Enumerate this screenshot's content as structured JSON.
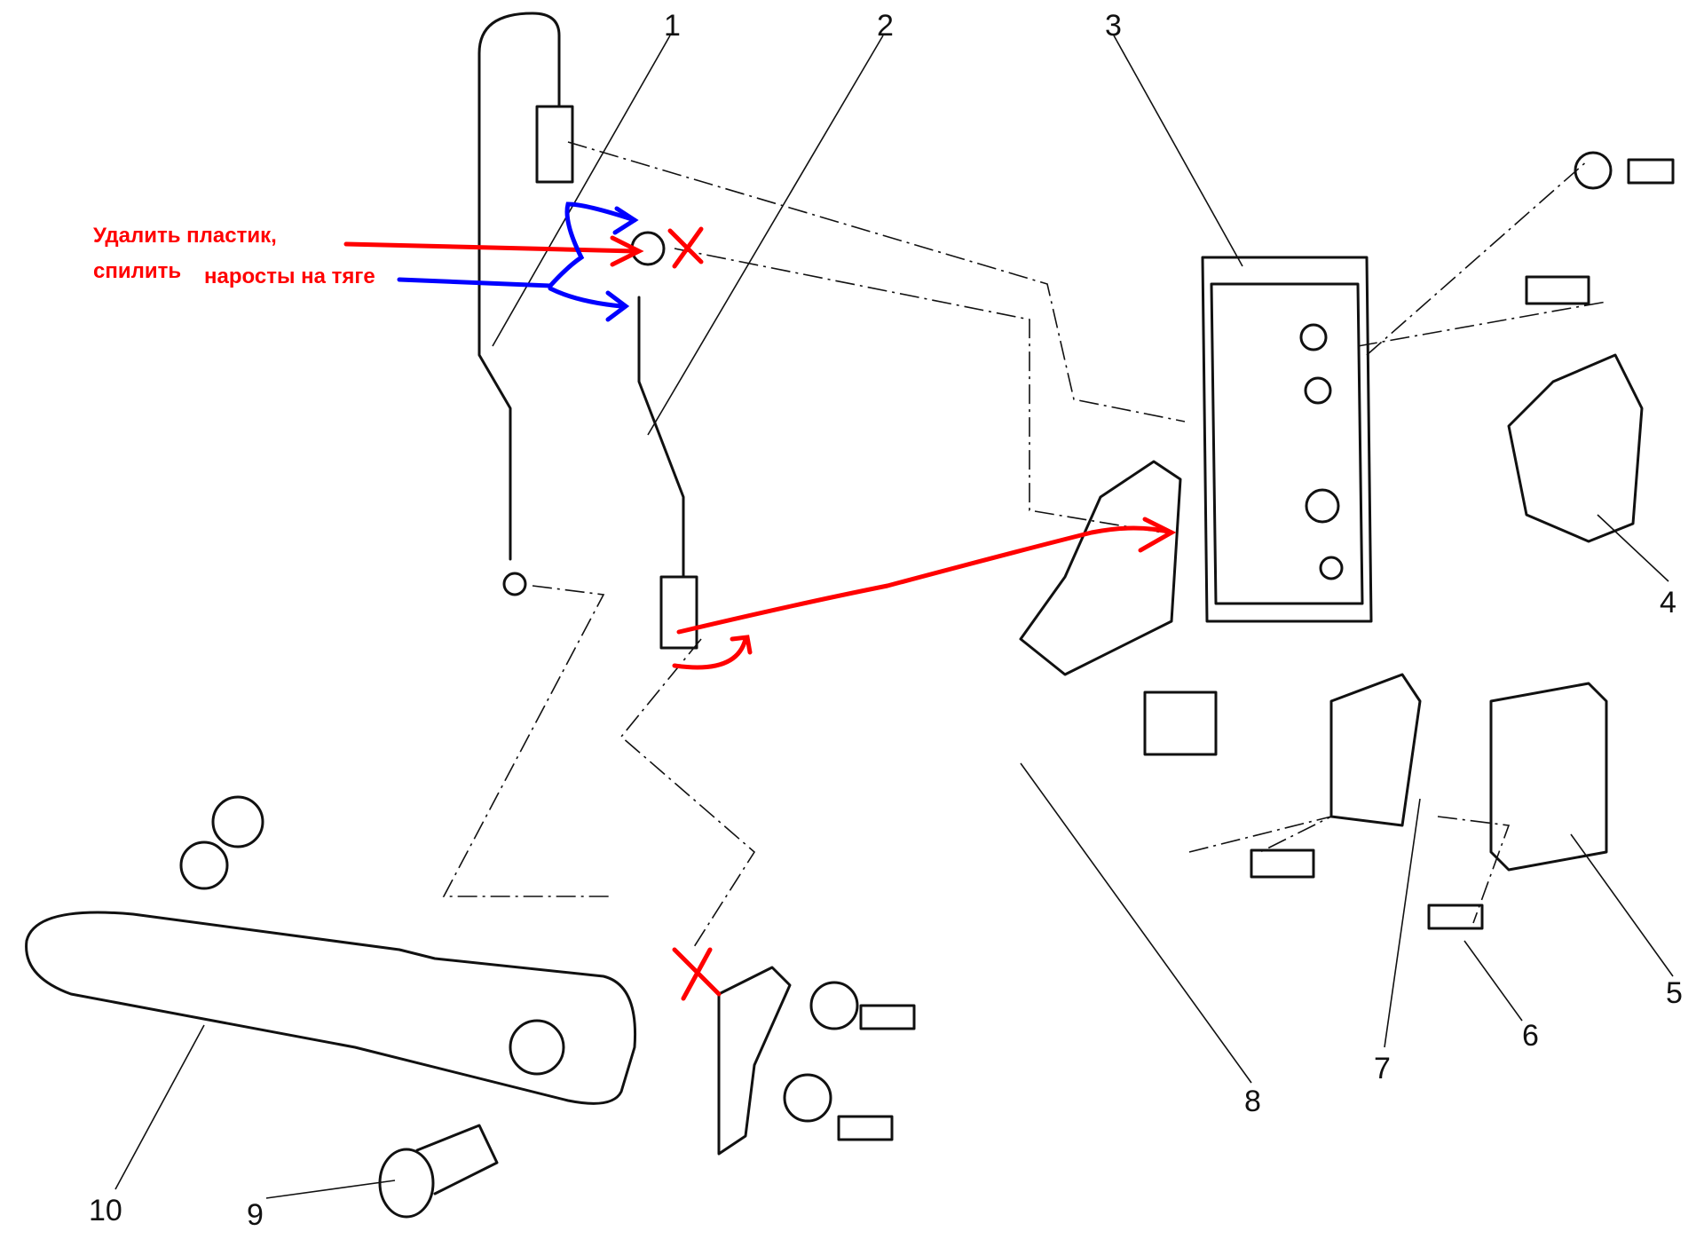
{
  "annotations": {
    "remove_plastic": "Удалить пластик,",
    "file_down": "спилить",
    "growths_on_rod": "наросты на тяге"
  },
  "part_numbers": [
    "1",
    "2",
    "3",
    "4",
    "5",
    "6",
    "7",
    "8",
    "9",
    "10"
  ],
  "colors": {
    "annotation_red": "#ff0000",
    "annotation_blue": "#0000ff",
    "line": "#111111"
  }
}
